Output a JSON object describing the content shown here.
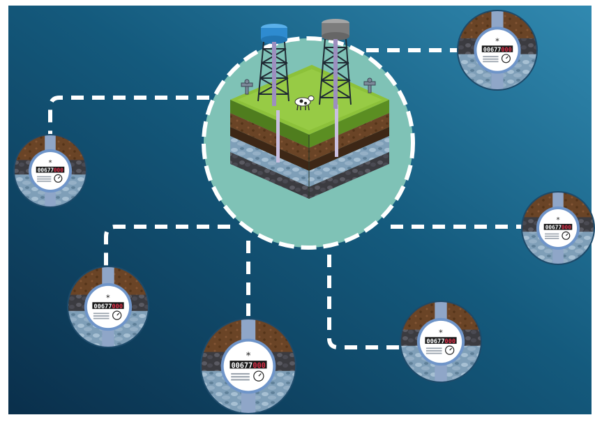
{
  "scene": {
    "colors": {
      "background_dark": "#0b3350",
      "background_light": "#2f86ad",
      "connector": "#ffffff",
      "hub_fill": "#7fc2b6",
      "grass": "#8cbf3a",
      "soil": "#5a3a22",
      "aquifer": "#7fa2bd",
      "tank_blue": "#2e8bd0",
      "tank_grey": "#7d7d7d",
      "meter_ring": "#6f95c9",
      "display_red": "#e0304a"
    },
    "hub": {
      "icons": [
        "water-tower-icon",
        "water-tower-icon",
        "tap-icon",
        "tap-icon",
        "cow-icon"
      ]
    },
    "meters": [
      {
        "id": "top-right",
        "reading": "00677",
        "reading_red": "000"
      },
      {
        "id": "left",
        "reading": "00677",
        "reading_red": "000"
      },
      {
        "id": "right",
        "reading": "00677",
        "reading_red": "000"
      },
      {
        "id": "lower-left",
        "reading": "00677",
        "reading_red": "000"
      },
      {
        "id": "bottom-center",
        "reading": "00677",
        "reading_red": "000"
      },
      {
        "id": "bottom-right",
        "reading": "00677",
        "reading_red": "000"
      }
    ]
  }
}
